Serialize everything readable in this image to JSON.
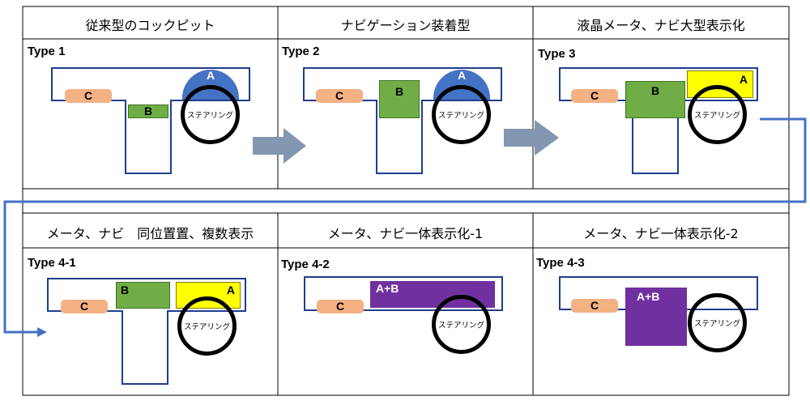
{
  "headers": [
    "従来型のコックピット",
    "ナビゲーション装着型",
    "液晶メータ、ナビ大型表示化",
    "メータ、ナビ　同位置置、複数表示",
    "メータ、ナビ一体表示化-1",
    "メータ、ナビ一体表示化-2"
  ],
  "panels": [
    {
      "type": "Type 1",
      "c": "C",
      "b": "B",
      "a": "A",
      "wheel": "ステアリング"
    },
    {
      "type": "Type 2",
      "c": "C",
      "b": "B",
      "a": "A",
      "wheel": "ステアリング"
    },
    {
      "type": "Type 3",
      "c": "C",
      "b": "B",
      "a": "A",
      "wheel": "ステアリング"
    },
    {
      "type": "Type 4-1",
      "c": "C",
      "b": "B",
      "a": "A",
      "wheel": "ステアリング"
    },
    {
      "type": "Type 4-2",
      "c": "C",
      "ab": "A+B",
      "wheel": "ステアリング"
    },
    {
      "type": "Type 4-3",
      "c": "C",
      "ab": "A+B",
      "wheel": "ステアリング"
    }
  ],
  "colors": {
    "outline": "#1f3e8c",
    "c_component": "#f4b183",
    "b_component": "#70ad47",
    "a_component": "#ffff00",
    "ab_component": "#7030a0",
    "a_dome": "#4472c4",
    "arrow": "#8497b0",
    "connector": "#4472c4"
  }
}
